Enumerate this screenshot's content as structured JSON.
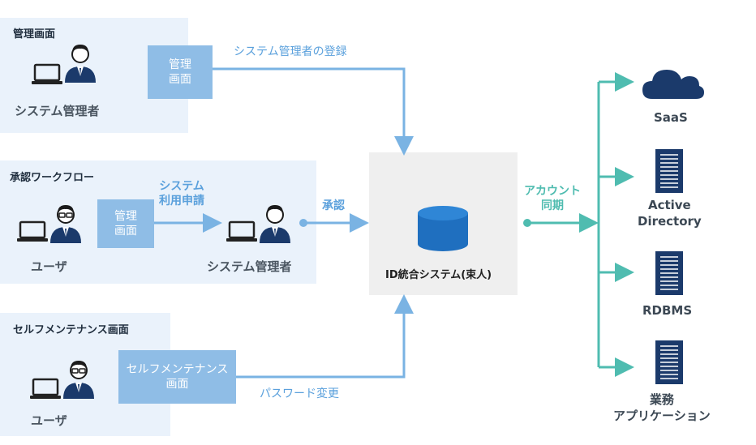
{
  "admin_panel": {
    "title": "管理画面",
    "box_label": "管理\n画面",
    "person_label": "システム管理者",
    "flow_label": "システム管理者の登録"
  },
  "workflow_panel": {
    "title": "承認ワークフロー",
    "user_label": "ユーザ",
    "box_label": "管理\n画面",
    "request_label": "システム\n利用申請",
    "admin_label": "システム管理者",
    "approve_label": "承認"
  },
  "self_panel": {
    "title": "セルフメンテナンス画面",
    "box_label": "セルフメンテナンス\n画面",
    "user_label": "ユーザ",
    "flow_label": "パスワード変更"
  },
  "core": {
    "label": "ID統合システム(束人)",
    "sync_label": "アカウント\n同期"
  },
  "targets": [
    {
      "label": "SaaS",
      "icon": "cloud-icon"
    },
    {
      "label": "Active\nDirectory",
      "icon": "server-icon"
    },
    {
      "label": "RDBMS",
      "icon": "server-icon"
    },
    {
      "label": "業務\nアプリケーション",
      "icon": "server-icon"
    }
  ],
  "colors": {
    "panel_bg": "#eaf2fb",
    "box_bg": "#8fbde6",
    "flow_blue": "#7ab3e3",
    "sync_teal": "#4fbcb0",
    "icon_navy": "#1b3a6b",
    "db_blue": "#1f6fbf"
  }
}
